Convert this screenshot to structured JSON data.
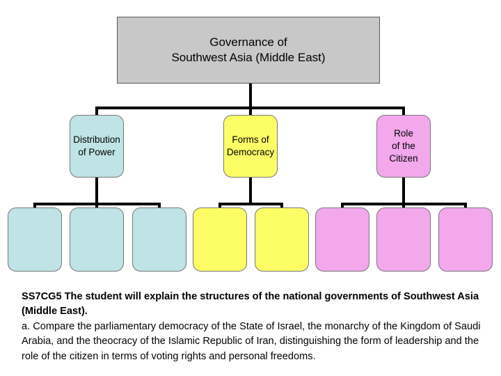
{
  "diagram": {
    "root_label": "Governance of\nSouthwest Asia (Middle East)",
    "categories": [
      {
        "label": "Distribution\nof Power",
        "color": "#bfe3e6",
        "leaf_count": 3
      },
      {
        "label": "Forms of\nDemocracy",
        "color": "#fdfd66",
        "leaf_count": 2
      },
      {
        "label": "Role\nof the\nCitizen",
        "color": "#f3a8ec",
        "leaf_count": 3
      }
    ],
    "root_color": "#c8c8c8",
    "line_color": "#000000"
  },
  "standard": {
    "heading": "SS7CG5 The student will explain the structures of the national governments of Southwest Asia (Middle East).",
    "body": "a. Compare the parliamentary democracy of the State of Israel, the monarchy of the Kingdom of Saudi Arabia, and the theocracy of the Islamic Republic of Iran, distinguishing the form of leadership and the role of the citizen in terms of voting rights and personal freedoms."
  }
}
